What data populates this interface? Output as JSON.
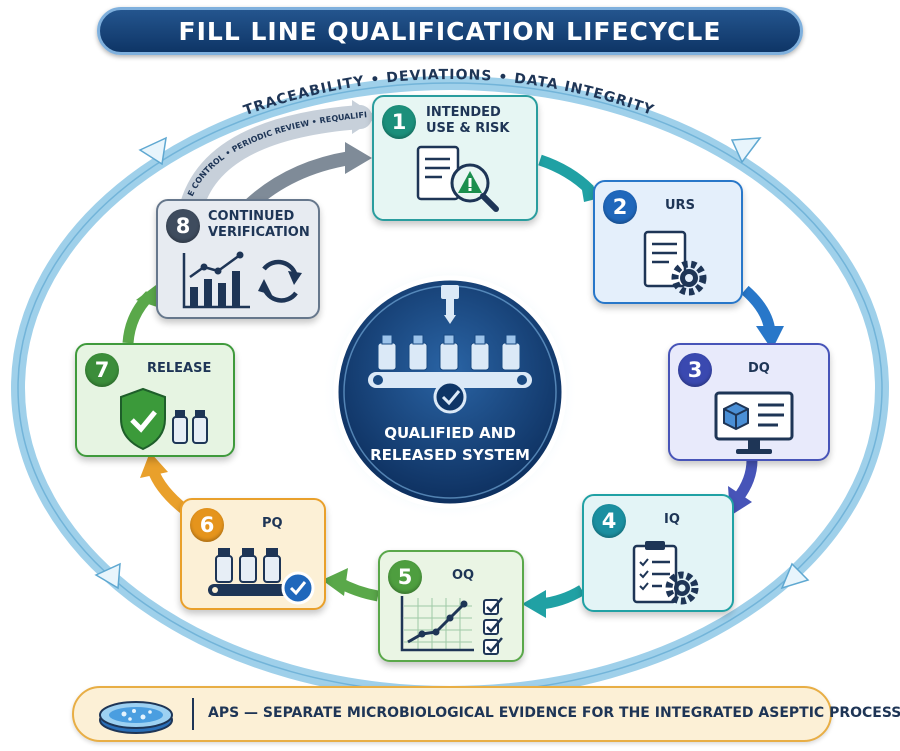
{
  "title": "FILL LINE QUALIFICATION LIFECYCLE",
  "arc_text": "TRACEABILITY  •  DEVIATIONS  •  DATA INTEGRITY",
  "loop_text": "CHANGE CONTROL • PERIODIC REVIEW • REQUALIFICATION",
  "center": {
    "line1": "QUALIFIED AND",
    "line2": "RELEASED SYSTEM"
  },
  "steps": [
    {
      "number": "1",
      "line1": "INTENDED",
      "line2": "USE & RISK",
      "icon": "document-warning-magnifier-icon"
    },
    {
      "number": "2",
      "line1": "URS",
      "line2": "",
      "icon": "document-gear-icon"
    },
    {
      "number": "3",
      "line1": "DQ",
      "line2": "",
      "icon": "monitor-cube-icon"
    },
    {
      "number": "4",
      "line1": "IQ",
      "line2": "",
      "icon": "clipboard-gear-icon"
    },
    {
      "number": "5",
      "line1": "OQ",
      "line2": "",
      "icon": "chart-checklist-icon"
    },
    {
      "number": "6",
      "line1": "PQ",
      "line2": "",
      "icon": "vials-conveyor-check-icon"
    },
    {
      "number": "7",
      "line1": "RELEASE",
      "line2": "",
      "icon": "shield-check-vials-icon"
    },
    {
      "number": "8",
      "line1": "CONTINUED",
      "line2": "VERIFICATION",
      "icon": "chart-cycle-icon"
    }
  ],
  "aps": {
    "label": "APS — SEPARATE MICROBIOLOGICAL EVIDENCE FOR THE INTEGRATED ASEPTIC PROCESS",
    "icon": "petri-dish-icon"
  },
  "colors": {
    "navy": "#0e3566",
    "teal": "#20a1a4",
    "blue": "#2877c9",
    "indigo": "#4754b8",
    "green": "#5aa84a",
    "orange": "#e9a02b",
    "slate": "#66778c"
  }
}
